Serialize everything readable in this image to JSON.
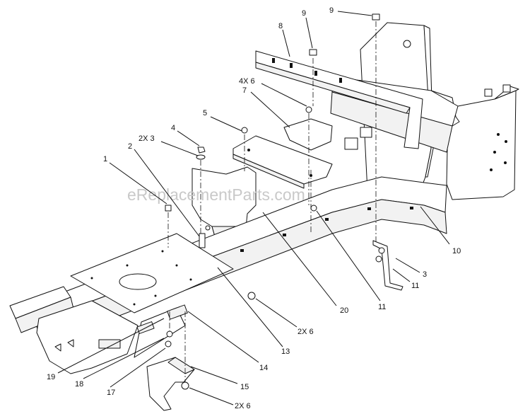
{
  "diagram": {
    "watermark": "eReplacementParts.com",
    "callouts": [
      {
        "id": "c9a",
        "text": "9"
      },
      {
        "id": "c9b",
        "text": "9"
      },
      {
        "id": "c8",
        "text": "8"
      },
      {
        "id": "c4x6",
        "text": "4X 6"
      },
      {
        "id": "c7",
        "text": "7"
      },
      {
        "id": "c5",
        "text": "5"
      },
      {
        "id": "c4",
        "text": "4"
      },
      {
        "id": "c2x3",
        "text": "2X 3"
      },
      {
        "id": "c2",
        "text": "2"
      },
      {
        "id": "c1",
        "text": "1"
      },
      {
        "id": "c10",
        "text": "10"
      },
      {
        "id": "c3",
        "text": "3"
      },
      {
        "id": "c11a",
        "text": "11"
      },
      {
        "id": "c11b",
        "text": "11"
      },
      {
        "id": "c20",
        "text": "20"
      },
      {
        "id": "c2x6a",
        "text": "2X 6"
      },
      {
        "id": "c13",
        "text": "13"
      },
      {
        "id": "c14",
        "text": "14"
      },
      {
        "id": "c15",
        "text": "15"
      },
      {
        "id": "c2x6b",
        "text": "2X 6"
      },
      {
        "id": "c19",
        "text": "19"
      },
      {
        "id": "c18",
        "text": "18"
      },
      {
        "id": "c17",
        "text": "17"
      }
    ]
  }
}
